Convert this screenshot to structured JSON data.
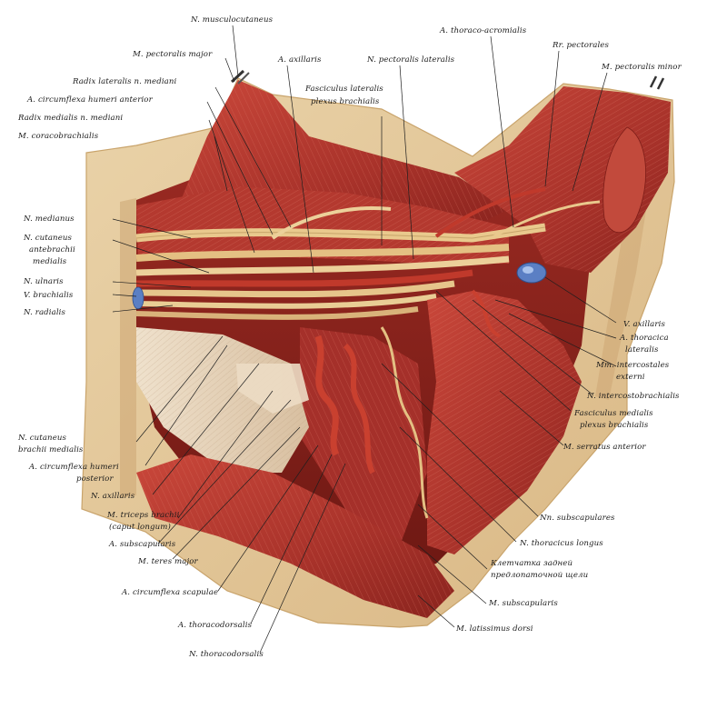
{
  "colors": {
    "background": "#ffffff",
    "skin": "#e3c79a",
    "skin_edge": "#c9a46c",
    "muscle": "#b83a30",
    "muscle_dark": "#7d1d18",
    "muscle_light": "#d66a58",
    "nerve": "#e9c98d",
    "artery": "#c0392b",
    "vein": "#5b7fc4",
    "tendon": "#e8d6bf"
  },
  "labels": {
    "n_musculocutaneus": "N. musculocutaneus",
    "m_pectoralis_major": "M. pectoralis major",
    "a_axillaris": "A. axillaris",
    "n_pectoralis_lateralis": "N. pectoralis lateralis",
    "a_thoracoacromialis": "A. thoraco-acromialis",
    "rr_pectorales": "Rr. pectorales",
    "m_pectoralis_minor": "M. pectoralis minor",
    "radix_lateralis": "Radix lateralis n. mediani",
    "a_circumflexa_anterior": "A. circumflexa humeri anterior",
    "radix_medialis": "Radix medialis n. mediani",
    "m_coracobrachialis": "M. coracobrachialis",
    "fasciculus_lateralis_1": "Fasciculus lateralis",
    "fasciculus_lateralis_2": "plexus brachialis",
    "n_medianus": "N. medianus",
    "n_cutaneus_antebrachii_1": "N. cutaneus",
    "n_cutaneus_antebrachii_2": "antebrachii",
    "n_cutaneus_antebrachii_3": "medialis",
    "n_ulnaris": "N. ulnaris",
    "v_brachialis": "V. brachialis",
    "n_radialis": "N. radialis",
    "v_axillaris": "V. axillaris",
    "a_thoracica_lateralis_1": "A. thoracica",
    "a_thoracica_lateralis_2": "lateralis",
    "mm_intercostales_1": "Mm. intercostales",
    "mm_intercostales_2": "externi",
    "n_intercostobrachialis": "N. intercostobrachialis",
    "fasciculus_medialis_1": "Fasciculus medialis",
    "fasciculus_medialis_2": "plexus brachialis",
    "m_serratus_anterior": "M. serratus anterior",
    "n_cutaneus_brachii_1": "N. cutaneus",
    "n_cutaneus_brachii_2": "brachii medialis",
    "a_circumflexa_posterior_1": "A. circumflexa humeri",
    "a_circumflexa_posterior_2": "posterior",
    "n_axillaris": "N. axillaris",
    "m_triceps_1": "M. triceps brachii",
    "m_triceps_2": "(caput longum)",
    "a_subscapularis": "A. subscapularis",
    "m_teres_major": "M. teres major",
    "a_circumflexa_scapulae": "A. circumflexa scapulae",
    "a_thoracodorsalis": "A. thoracodorsalis",
    "n_thoracodorsalis": "N. thoracodorsalis",
    "nn_subscapulares": "Nn. subscapulares",
    "n_thoracicus_longus": "N. thoracicus longus",
    "kletchatka_1": "Клетчатка задней",
    "kletchatka_2": "предлопаточной щели",
    "m_subscapularis": "M. subscapularis",
    "m_latissimus_dorsi": "M. latissimus dorsi"
  }
}
